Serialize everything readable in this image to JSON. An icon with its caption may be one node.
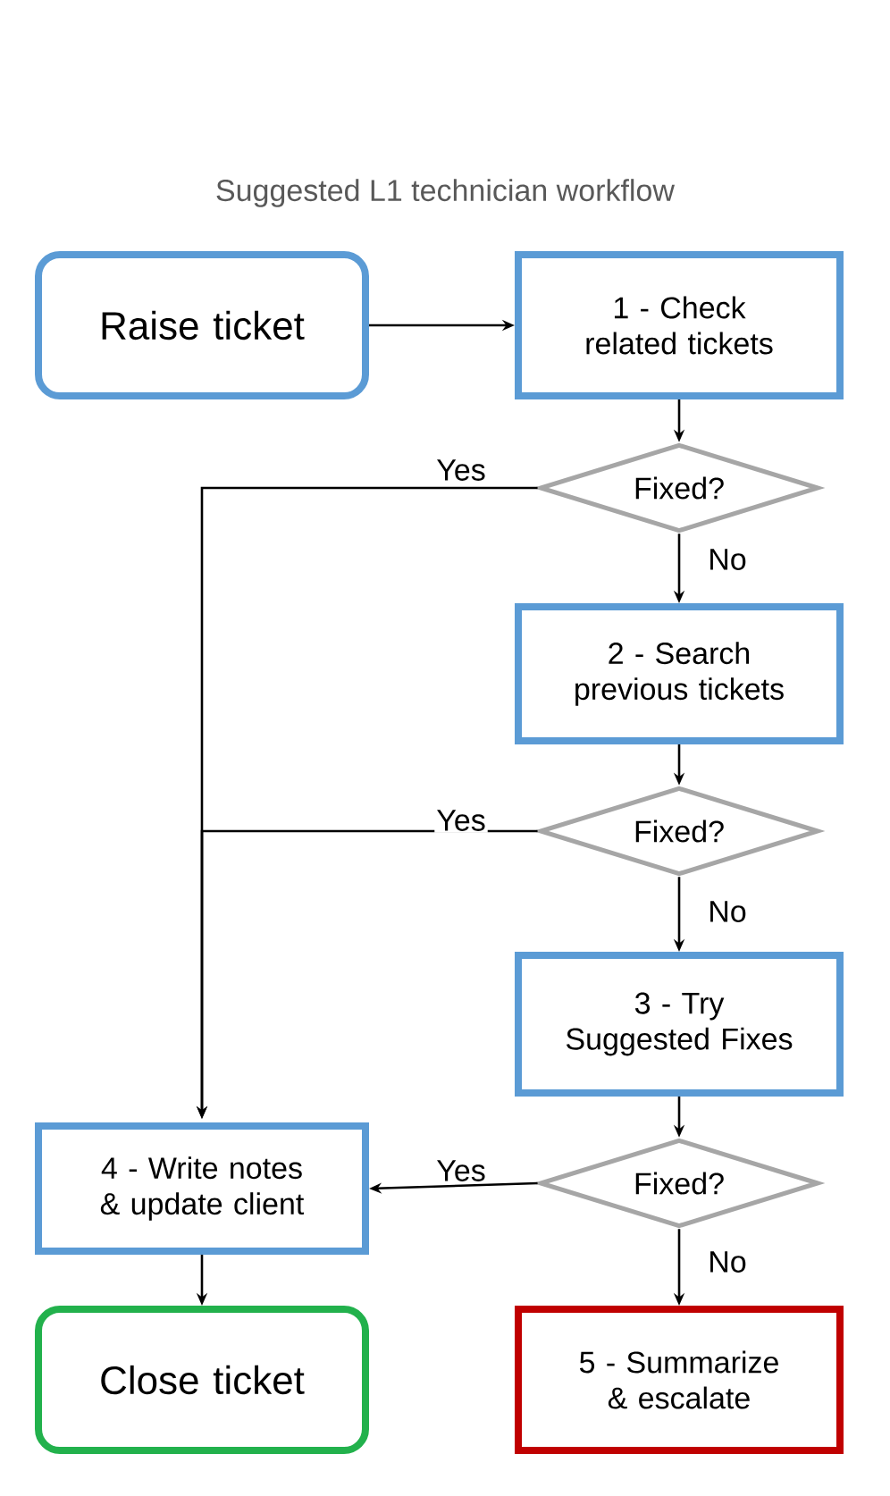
{
  "diagram": {
    "title": "Suggested L1 technician workflow",
    "nodes": [
      {
        "text": [
          "Raise ticket"
        ]
      },
      {
        "text": [
          "1 - Check related tickets"
        ]
      },
      {
        "text": [
          "Fixed?"
        ]
      },
      {
        "text": [
          "2 - Search previous tickets"
        ]
      },
      {
        "text": [
          "Fixed?"
        ]
      },
      {
        "text": [
          "3 - Try Suggested Fixes"
        ]
      },
      {
        "text": [
          "Fixed?"
        ]
      },
      {
        "text": [
          "4 - Write notes & update client"
        ]
      },
      {
        "text": [
          "Close ticket"
        ]
      },
      {
        "text": [
          "5 - Summarize & escalate"
        ]
      }
    ],
    "edges": [
      {
        "from": 0,
        "to": 1,
        "arrow": "to"
      },
      {
        "from": 1,
        "to": 2,
        "arrow": "to"
      },
      {
        "from": 2,
        "to": 3,
        "arrow": "to",
        "label": "No"
      },
      {
        "from": 2,
        "to": 7,
        "arrow": "to",
        "label": "Yes"
      },
      {
        "from": 3,
        "to": 4,
        "arrow": "to"
      },
      {
        "from": 4,
        "to": 5,
        "arrow": "to",
        "label": "No"
      },
      {
        "from": 4,
        "to": 7,
        "arrow": "to",
        "label": "Yes"
      },
      {
        "from": 5,
        "to": 6,
        "arrow": "to"
      },
      {
        "from": 6,
        "to": 7,
        "arrow": "to",
        "label": "Yes"
      },
      {
        "from": 6,
        "to": 9,
        "arrow": "to",
        "label": "No"
      },
      {
        "from": 7,
        "to": 8,
        "arrow": "to"
      }
    ]
  }
}
